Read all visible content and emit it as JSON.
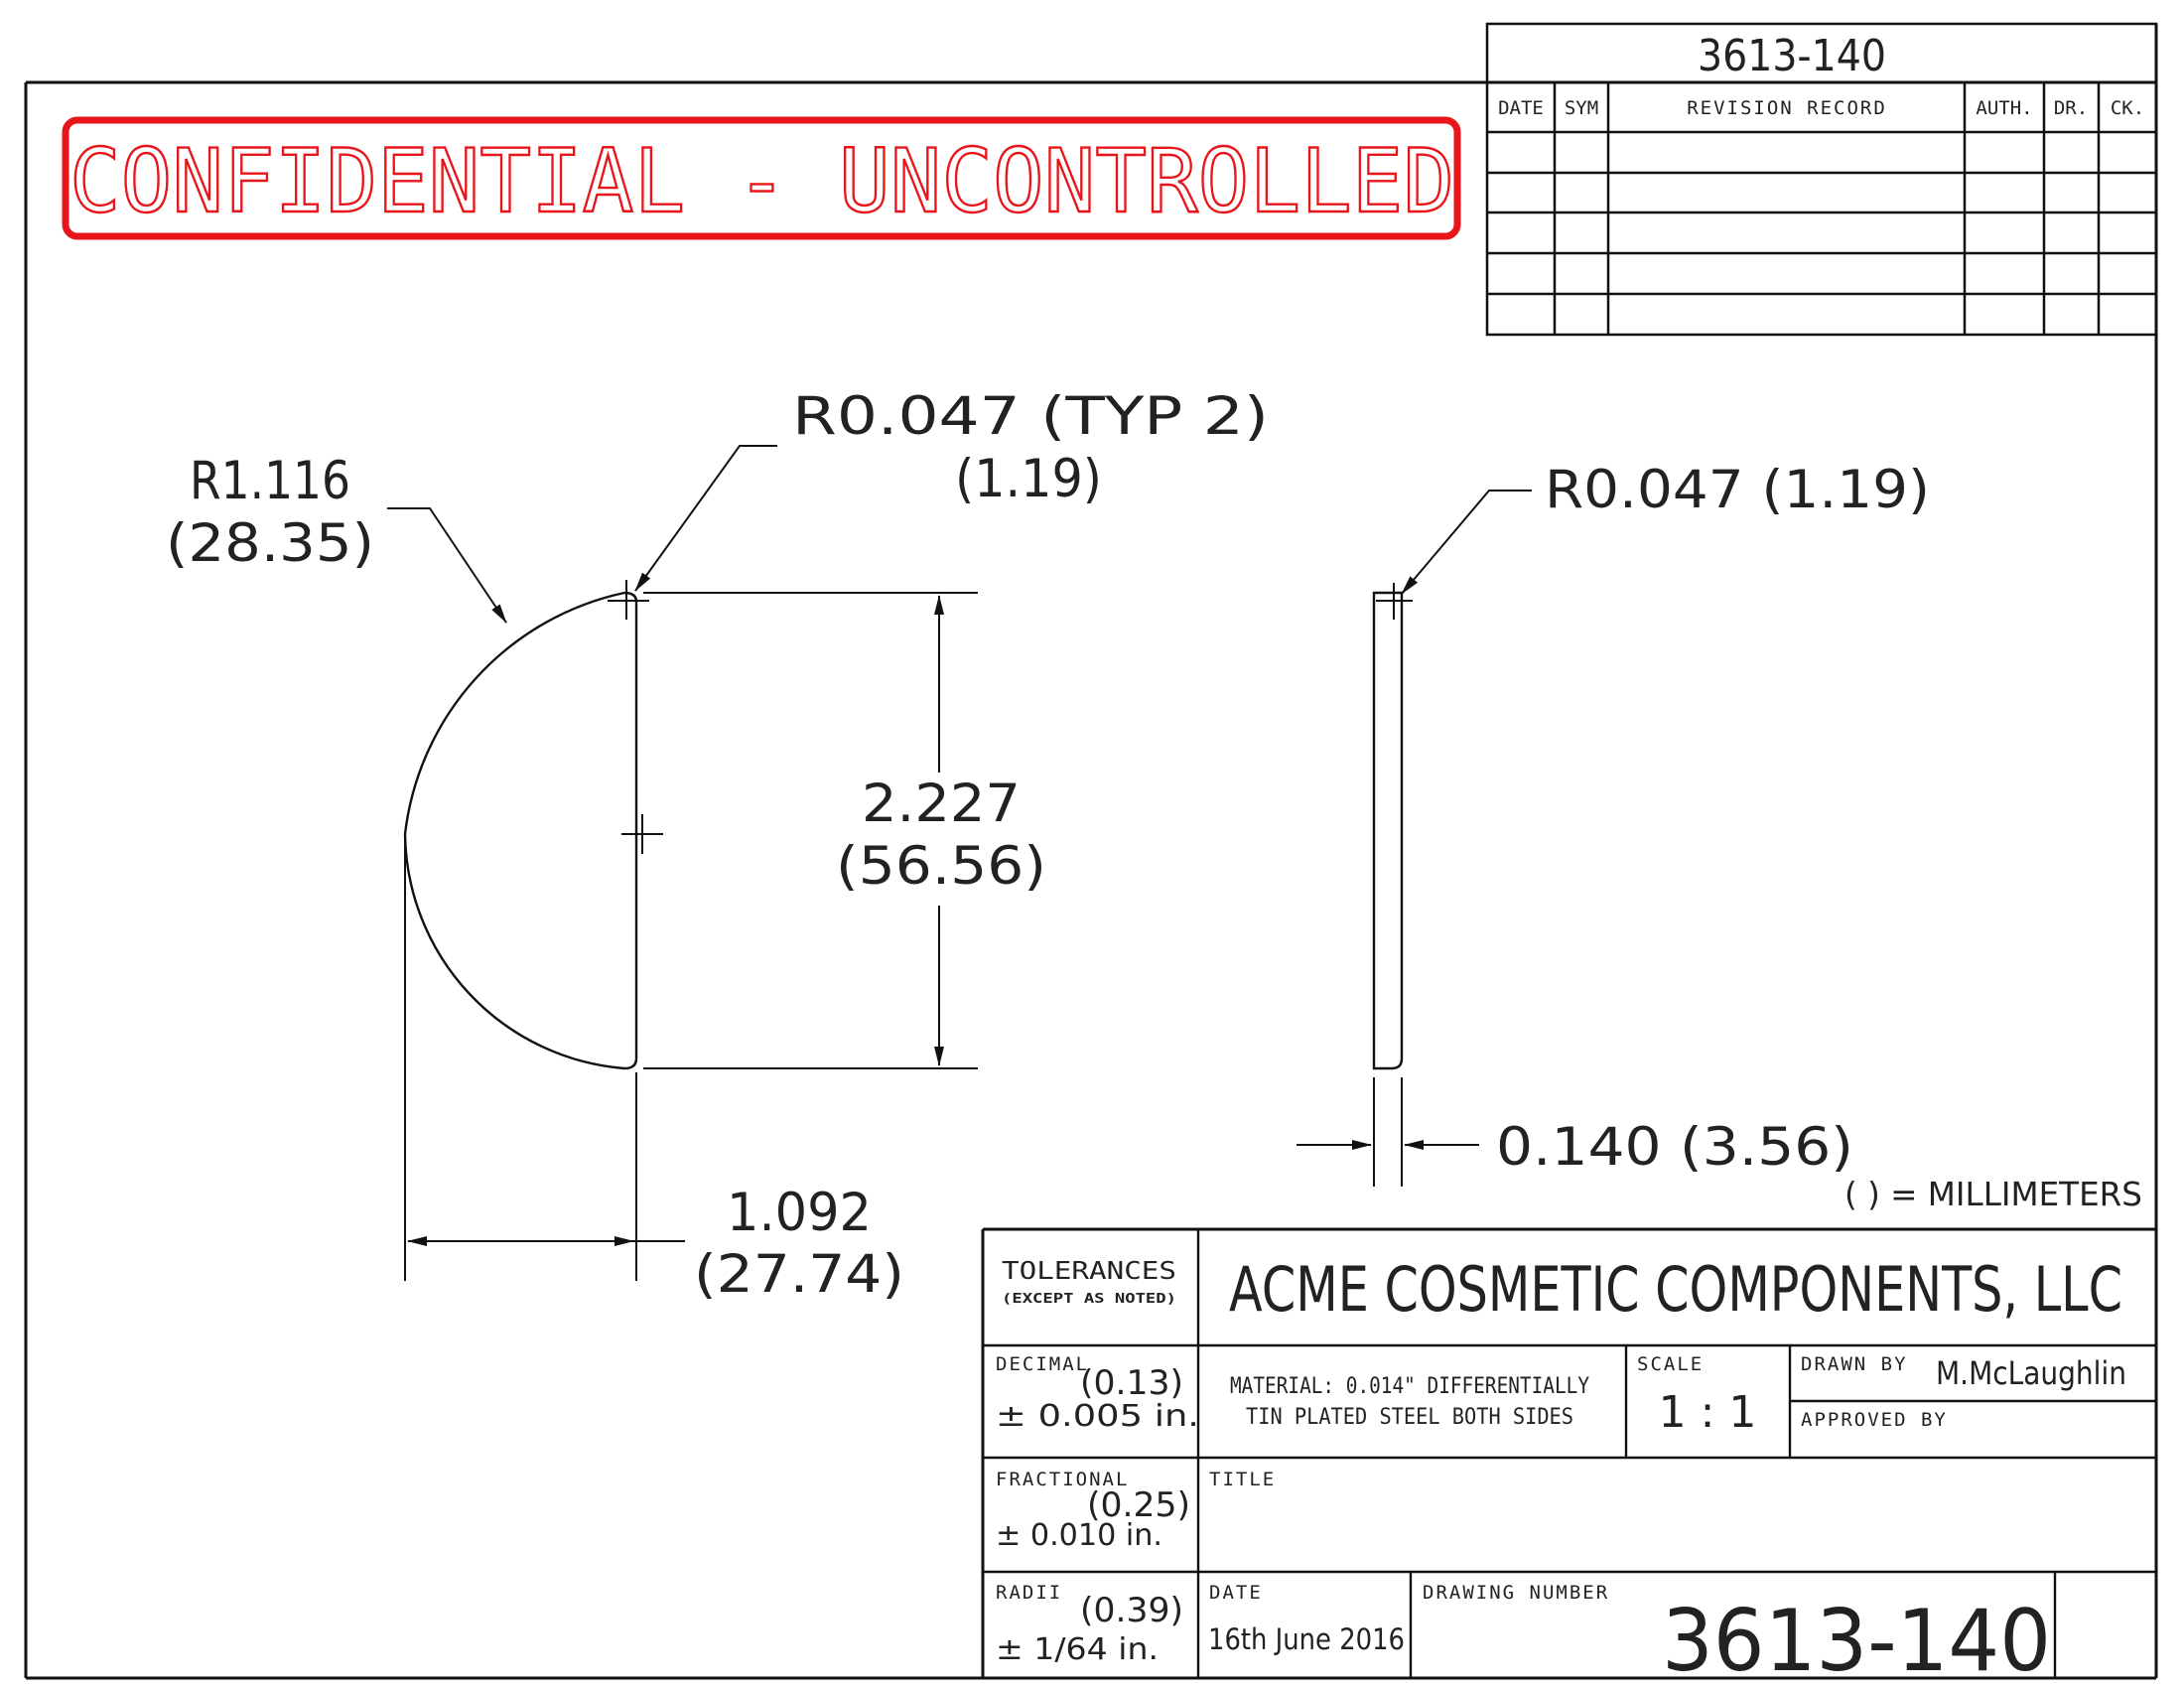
{
  "header": {
    "drawing_number_top": "3613-140",
    "revision_columns": [
      "DATE",
      "SYM",
      "REVISION RECORD",
      "AUTH.",
      "DR.",
      "CK."
    ]
  },
  "stamp": {
    "text": "CONFIDENTIAL - UNCONTROLLED",
    "color": "#e8161b"
  },
  "dimensions": {
    "radius_arc": {
      "inch": "R1.116",
      "mm": "(28.35)"
    },
    "radius_corner": {
      "inch": "R0.047 (TYP 2)",
      "mm": "(1.19)"
    },
    "height": {
      "inch": "2.227",
      "mm": "(56.56)"
    },
    "width": {
      "inch": "1.092",
      "mm": "(27.74)"
    },
    "radius_side": {
      "text": "R0.047  (1.19)"
    },
    "thickness": {
      "text": "0.140  (3.56)"
    },
    "units_note": "( ) = MILLIMETERS"
  },
  "title_block": {
    "tolerances_label": "TOLERANCES",
    "except_label": "(EXCEPT AS NOTED)",
    "company": "ACME COSMETIC COMPONENTS, LLC",
    "decimal": {
      "label": "DECIMAL",
      "mm": "(0.13)",
      "value": "± 0.005 in."
    },
    "fractional": {
      "label": "FRACTIONAL",
      "mm": "(0.25)",
      "value": "± 0.010 in."
    },
    "radii": {
      "label": "RADII",
      "mm": "(0.39)",
      "value": "± 1/64 in."
    },
    "material_line1": "MATERIAL: 0.014\" DIFFERENTIALLY",
    "material_line2": "TIN PLATED STEEL BOTH SIDES",
    "scale_label": "SCALE",
    "scale_value": "1 : 1",
    "drawn_by_label": "DRAWN BY",
    "drawn_by_value": "M.McLaughlin",
    "approved_by_label": "APPROVED BY",
    "title_label": "TITLE",
    "date_label": "DATE",
    "date_value": "16th June 2016",
    "drawing_number_label": "DRAWING NUMBER",
    "drawing_number": "3613-140"
  }
}
